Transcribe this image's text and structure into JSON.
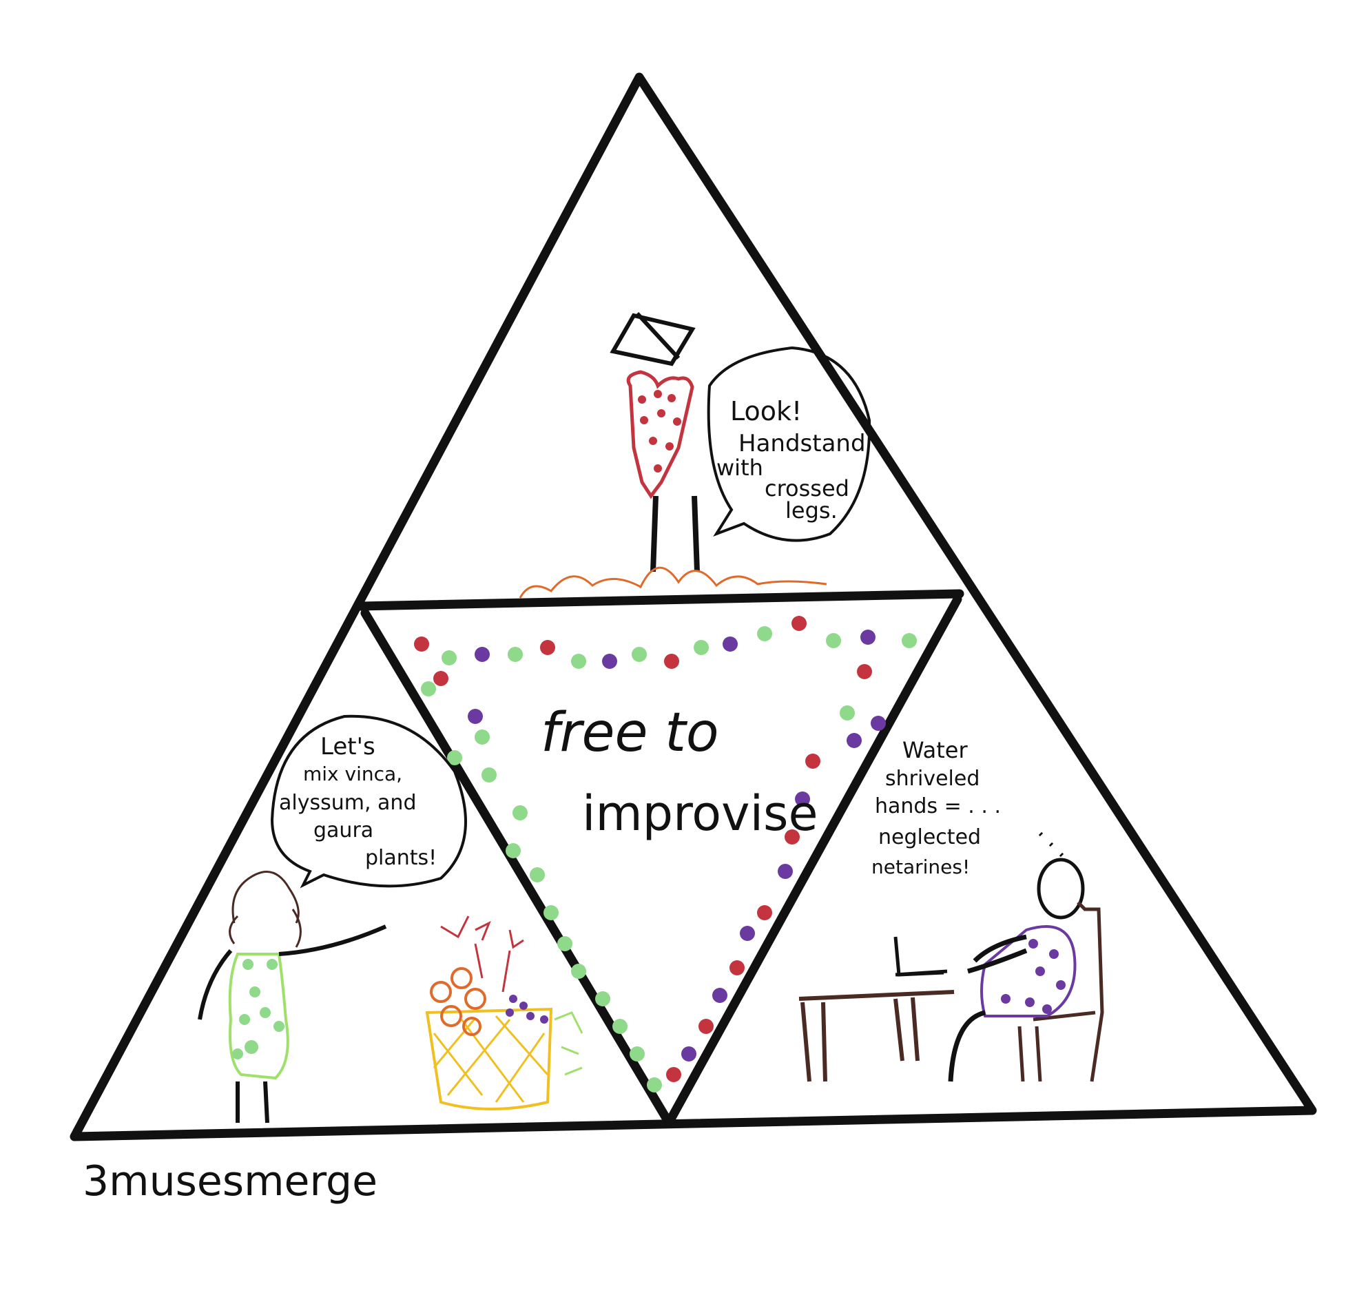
{
  "panels": {
    "top": {
      "speech": [
        "Look!",
        "Handstand",
        "with",
        "crossed",
        "legs."
      ]
    },
    "left": {
      "speech": [
        "Let's",
        "mix vinca,",
        "alyssum, and",
        "gaura",
        "plants!"
      ]
    },
    "center": {
      "lines": [
        "free to",
        "improvise"
      ]
    },
    "right": {
      "speech": [
        "Water",
        "shriveled",
        "hands = . . .",
        "neglected",
        "netarines!"
      ]
    }
  },
  "signature": "3musesmerge",
  "colors": {
    "ink": "#111111",
    "red": "#c4343e",
    "green": "#8fd98a",
    "purple": "#6a3aa0",
    "orange": "#e06a2a",
    "yellow": "#f0c020",
    "brown": "#4a2a22",
    "lime": "#9ee06a"
  }
}
